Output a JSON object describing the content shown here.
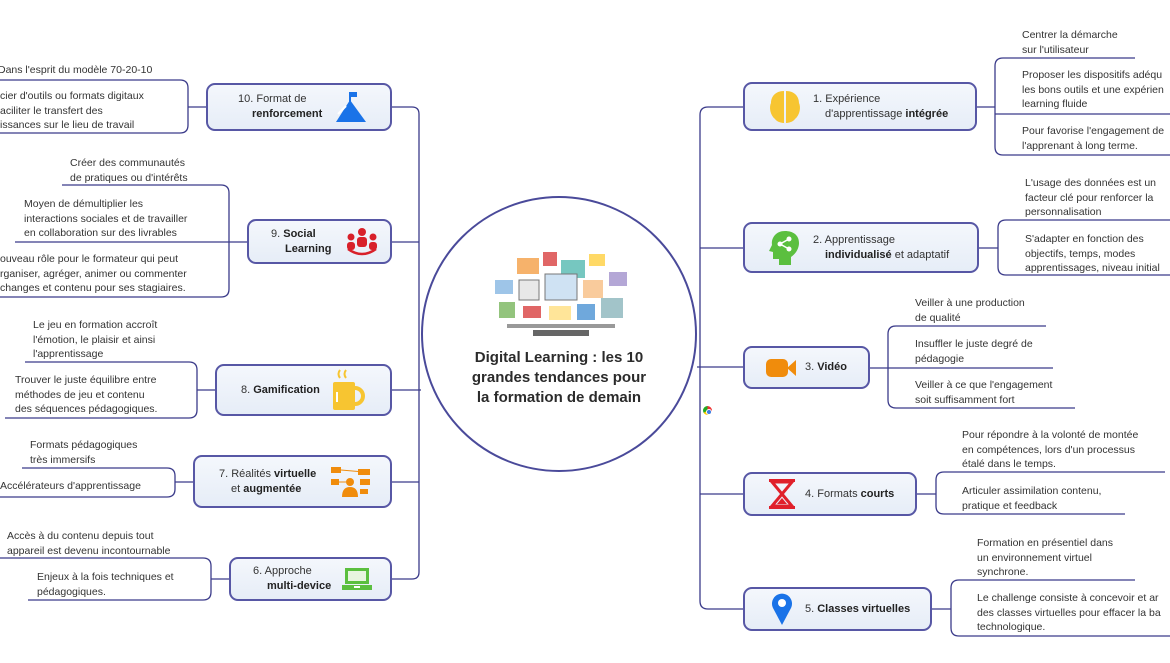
{
  "center": {
    "title": "Digital Learning : les 10\ngrandes tendances pour\nla formation de demain"
  },
  "topics": {
    "t1": {
      "l1": "1. Expérience",
      "l2a": "d'apprentissage ",
      "l2b": "intégrée",
      "icon": "brain-icon",
      "color": "#f7c531"
    },
    "t2": {
      "l1": "2. Apprentissage",
      "l2a": "individualisé",
      "l2b": " et adaptatif",
      "icon": "head-share-icon",
      "color": "#5bbf3f"
    },
    "t3": {
      "l1a": "3. ",
      "l1b": "Vidéo",
      "icon": "video-camera-icon",
      "color": "#f08c0c"
    },
    "t4": {
      "l1a": "4. Formats ",
      "l1b": "courts",
      "icon": "hourglass-icon",
      "color": "#e0202a"
    },
    "t5": {
      "l1a": "5. ",
      "l1b": "Classes virtuelles",
      "icon": "map-pin-icon",
      "color": "#1a73e8"
    },
    "t6": {
      "l1": "6. Approche",
      "l2": "multi-device",
      "icon": "laptop-icon",
      "color": "#5bbf3f"
    },
    "t7": {
      "l1a": "7. Réalités ",
      "l1b": "virtuelle",
      "l2a": "et ",
      "l2b": "augmentée",
      "icon": "network-person-icon",
      "color": "#f08c0c"
    },
    "t8": {
      "l1a": "8. ",
      "l1b": "Gamification",
      "icon": "mug-icon",
      "color": "#f7c531"
    },
    "t9": {
      "l1a": "9. ",
      "l1b": "Social",
      "l2": "Learning",
      "icon": "group-icon",
      "color": "#d8202a"
    },
    "t10": {
      "l1": "10. Format de",
      "l2": "renforcement",
      "icon": "mountain-flag-icon",
      "color": "#1a73e8"
    }
  },
  "subtopics": {
    "t1": [
      "Centrer la démarche\nsur l'utilisateur",
      "Proposer les dispositifs adéqu\nles bons outils et une expérien\nlearning fluide",
      "Pour favorise l'engagement de\nl'apprenant à long terme."
    ],
    "t2": [
      "L'usage des données est un\nfacteur clé pour renforcer la\npersonnalisation",
      "S'adapter en fonction des\nobjectifs, temps, modes\napprentissages, niveau initial"
    ],
    "t3": [
      "Veiller à une production\nde qualité",
      "Insuffler le juste degré de\npédagogie",
      "Veiller à ce que l'engagement\nsoit suffisamment fort"
    ],
    "t4": [
      "Pour répondre à la volonté de montée\nen compétences, lors d'un processus\nétalé dans le temps.",
      "Articuler assimilation contenu,\npratique et feedback"
    ],
    "t5": [
      "Formation en présentiel dans\nun environnement virtuel\nsynchrone.",
      "Le challenge consiste à concevoir et ar\ndes classes virtuelles pour effacer la ba\ntechnologique."
    ],
    "t6": [
      "Accès à du contenu depuis tout\nappareil est devenu incontournable",
      "Enjeux à la fois techniques et\npédagogiques."
    ],
    "t7": [
      "Formats pédagogiques\ntrès immersifs",
      "Accélérateurs d'apprentissage"
    ],
    "t8": [
      "Le jeu en formation accroît\nl'émotion, le plaisir et ainsi\nl'apprentissage",
      "Trouver le juste équilibre entre\nméthodes de jeu et contenu\ndes séquences pédagogiques."
    ],
    "t9": [
      "Créer des communautés\nde pratiques ou d'intérêts",
      "Moyen de démultiplier les\ninteractions sociales et de travailler\nen collaboration sur des livrables",
      "ouveau rôle pour le formateur qui peut\nrganiser, agréger, animer ou commenter\nchanges et contenu pour ses stagiaires."
    ],
    "t10": [
      "Dans l'esprit du modèle 70-20-10",
      "cier d'outils ou formats digitaux\naciliter le transfert des\nissances sur le lieu de travail"
    ]
  },
  "colors": {
    "line": "#3b3b8a",
    "node_border": "#5757a5",
    "node_fill": "#eaf0f8"
  }
}
